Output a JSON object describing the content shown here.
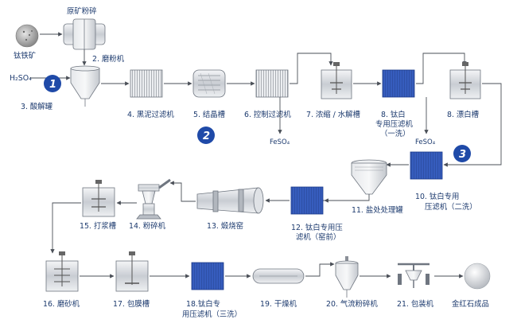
{
  "colors": {
    "label": "#1c3a6e",
    "badge": "#1f4aa8",
    "press": "#2d56b8",
    "equipment": "#cfd3d8"
  },
  "badges": [
    "1",
    "2",
    "3"
  ],
  "labels": {
    "raw_crushing": "原矿粉碎",
    "ilmenite": "钛铁矿",
    "mill": "2. 磨粉机",
    "acid_input": "H₂SO₄",
    "acid_tank": "3. 酸解罐",
    "black_mud_filter": "4. 黑泥过滤机",
    "crystal_tank": "5. 结晶槽",
    "control_filter": "6. 控制过滤机",
    "feso4_out_1": "FeSO₄",
    "concentrate_tank": "7. 浓缩 / 水解槽",
    "press1_l1": "8.   钛白",
    "press1_l2": "专用压滤机",
    "press1_l3": "（一洗）",
    "feso4_out_2": "FeSO₄",
    "bleach_tank": "8. 漂白槽",
    "press2_l1": "10.   钛白专用",
    "press2_l2": "压滤机（二洗）",
    "salt_tank": "11. 盐处处理罐",
    "press3_l1": "12. 钛白专用压",
    "press3_l2": "滤机（窑前）",
    "kiln": "13. 煅烧窑",
    "crusher": "14. 粉碎机",
    "slurry_tank": "15. 打浆槽",
    "sand_mill": "16. 磨砂机",
    "coating_tank": "17. 包膜槽",
    "press4_l1": "18.钛白专",
    "press4_l2": "用压滤机（三洗）",
    "dryer": "19. 干燥机",
    "jet_mill": "20. 气流粉碎机",
    "packer": "21. 包装机",
    "product": "金红石成品"
  }
}
